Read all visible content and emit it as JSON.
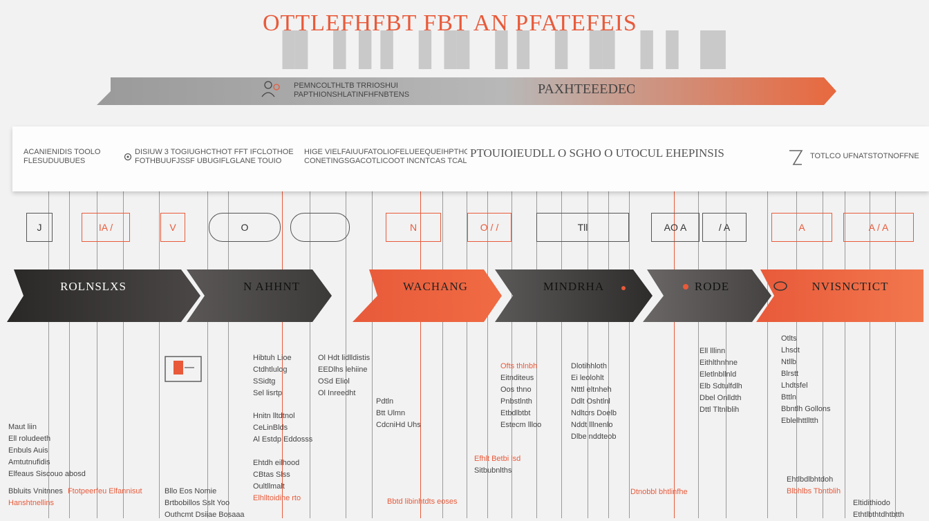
{
  "title": "OTTLEFHFBT FBT AN PFATEFEIS",
  "top_arrow": {
    "left_text": [
      "PEMNCOLTHLTB TRRIOSHUI",
      "PAPTHIONSHLATINFHFNBTENS"
    ],
    "center_text": "PAXHTEEEDEOOL"
  },
  "band": {
    "col1": [
      "ACANIENIDIS TOOLO",
      "FLESUDUUBUES"
    ],
    "col2": [
      "DISIUW 3 TOGIUGHCTHOT FFT IFCLOTHOE",
      "FOTHBUUFJSSF UBUGIFLGLANE TOUIO"
    ],
    "col3": [
      "HIGE VIELFAIUUFATOLIOFELUEEQUEIHPTHG",
      "CONETINGSGACOTLICOOT INCNTCAS TCALNS"
    ],
    "center": "PTOUIOIEUDLL O SGHO O UTOCUL EHEPINSIS",
    "right": "TOTLCO UFNATSTOTNOFFNE"
  },
  "boxes": [
    "J",
    "IA /",
    "V",
    "O",
    "",
    "N",
    "O / /",
    "Tll",
    "AO A",
    "/ A",
    "A",
    "A / A"
  ],
  "stages": [
    {
      "label": "ROLNSLXS",
      "color": "#2a2827"
    },
    {
      "label": "N AHHNT",
      "color": "#4a4746"
    },
    {
      "label": "WACHANG",
      "color": "#e85a3a"
    },
    {
      "label": "MINDRHA",
      "color": "#3a3837"
    },
    {
      "label": "RODE",
      "color": "#555250"
    },
    {
      "label": "NVISNCTICT",
      "color": "#e85a3a"
    }
  ],
  "notes": {
    "n1": [
      "Maut liin",
      "Ell roludeeth",
      "Enbuls Auis",
      "Amtutnufidis",
      "Elfeaus Siscouo abosd",
      "Bbluits Vnitnnes"
    ],
    "n1_orange": [
      "Ftotpeerfeu Elfannisut",
      "Hanshtnellins"
    ],
    "n2": [
      "Bllo Eos Nomie",
      "Brtbobillos Sslt Yoo",
      "Outhcmt Dsiiae Bosaaa"
    ],
    "n3": [
      "Hibtuh Lioe",
      "Ctdhtlulog",
      "SSidtg",
      "Sel lisrtp",
      "Hnitn lltdtnol",
      "CeLinBlds",
      "Al Estdp Eddosss",
      "Ehtdh eilhood",
      "CBtas Slss",
      "Oultllmalt"
    ],
    "n3_orange": [
      "Elhlltoidihe rto"
    ],
    "n4": [
      "Ol Hdt lidlldistis",
      "EEDlhs lehiine",
      "OSd Eliol",
      "Ol Inreedht"
    ],
    "n5": [
      "Pdtln",
      "Btt Ulmn",
      "CdcniHd Uhs"
    ],
    "n5_orange": [
      "Bbtd libinhtdts eoses"
    ],
    "n6": [
      "Ofts thlnbh",
      "Eitnditeus",
      "Oos thno",
      "Pnbstlnth",
      "Etbdlbtbt",
      "Estecm llloo"
    ],
    "n6_orange": [
      "Efhlt Betbi lsd",
      "Sitbubnlths"
    ],
    "n7": [
      "Dlotihhloth",
      "Ei leolohlt",
      "Ntttl eltnheh",
      "Ddlt Oshtlnl",
      "Ndltcrs Doelb",
      "Nddt lllnenlo",
      "Dlbe nddteob"
    ],
    "n8": [
      "Ell lllinn",
      "Eithlthnhne",
      "Eletlnbllnld",
      "Elb Sdtulfdlh",
      "Dbel Onlldth",
      "Dttl Tltnlblih"
    ],
    "n8_orange": [
      "Dtnobbl bhtlinfhe"
    ],
    "n9": [
      "Otlts",
      "Lhsdt",
      "Ntllb",
      "Blrstt",
      "Lhdtsfel",
      "Bttln",
      "Bbntlh Gollons",
      "Eblelhttlltth",
      "Ehtlbdlbhtdoh",
      "Blbhlbs Tbntblih"
    ],
    "n10": [
      "Eltidithiodo",
      "Ethtlbthtdhtbtth"
    ]
  }
}
